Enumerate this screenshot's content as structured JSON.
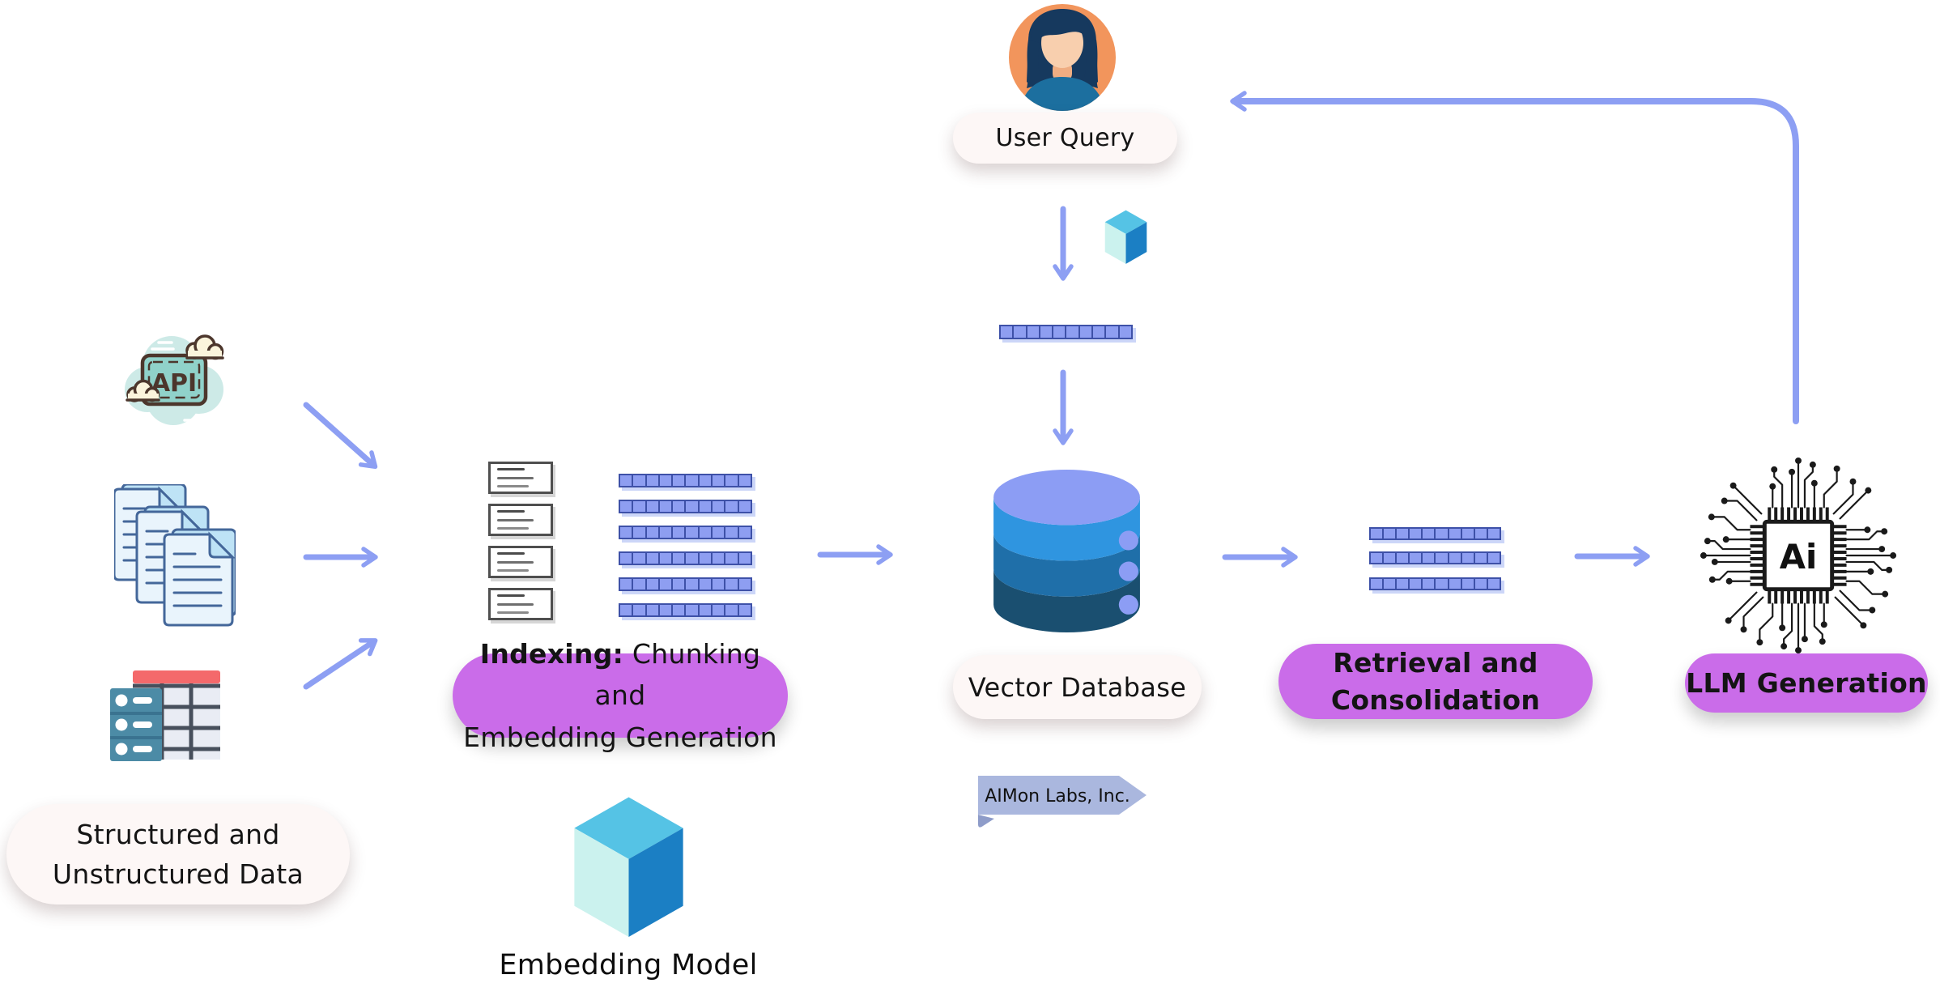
{
  "nodes": {
    "user": {
      "label": "User Query"
    },
    "sources": {
      "label_line1": "Structured and",
      "label_line2": "Unstructured Data",
      "api_text": "API"
    },
    "indexing": {
      "label_bold": "Indexing:",
      "label_rest": "Chunking and",
      "label_line2": "Embedding Generation"
    },
    "embedding_model": {
      "label": "Embedding Model"
    },
    "vector_db": {
      "label": "Vector Database"
    },
    "brand": {
      "label": "AIMon Labs, Inc."
    },
    "retrieval": {
      "label_line1": "Retrieval and",
      "label_line2": "Consolidation"
    },
    "llm": {
      "label": "LLM Generation",
      "chip_text": "Ai"
    }
  },
  "colors": {
    "arrow": "#8d9ff3",
    "pill_purple": "#ca6ce9",
    "pill_white": "#fdf7f6",
    "vector_segment_fill": "#8e9ef1",
    "vector_segment_border": "#3e51a8",
    "db_top": "#8c9df4",
    "db_band_light": "#2f95e0",
    "db_band_mid": "#1f6fa9",
    "db_band_dark": "#1a4f70",
    "cube_top": "#55c3e5",
    "cube_left": "#cbf2ee",
    "cube_right": "#1b7fc4",
    "avatar_bg": "#f2955c",
    "brand_tag": "#aab7de"
  }
}
